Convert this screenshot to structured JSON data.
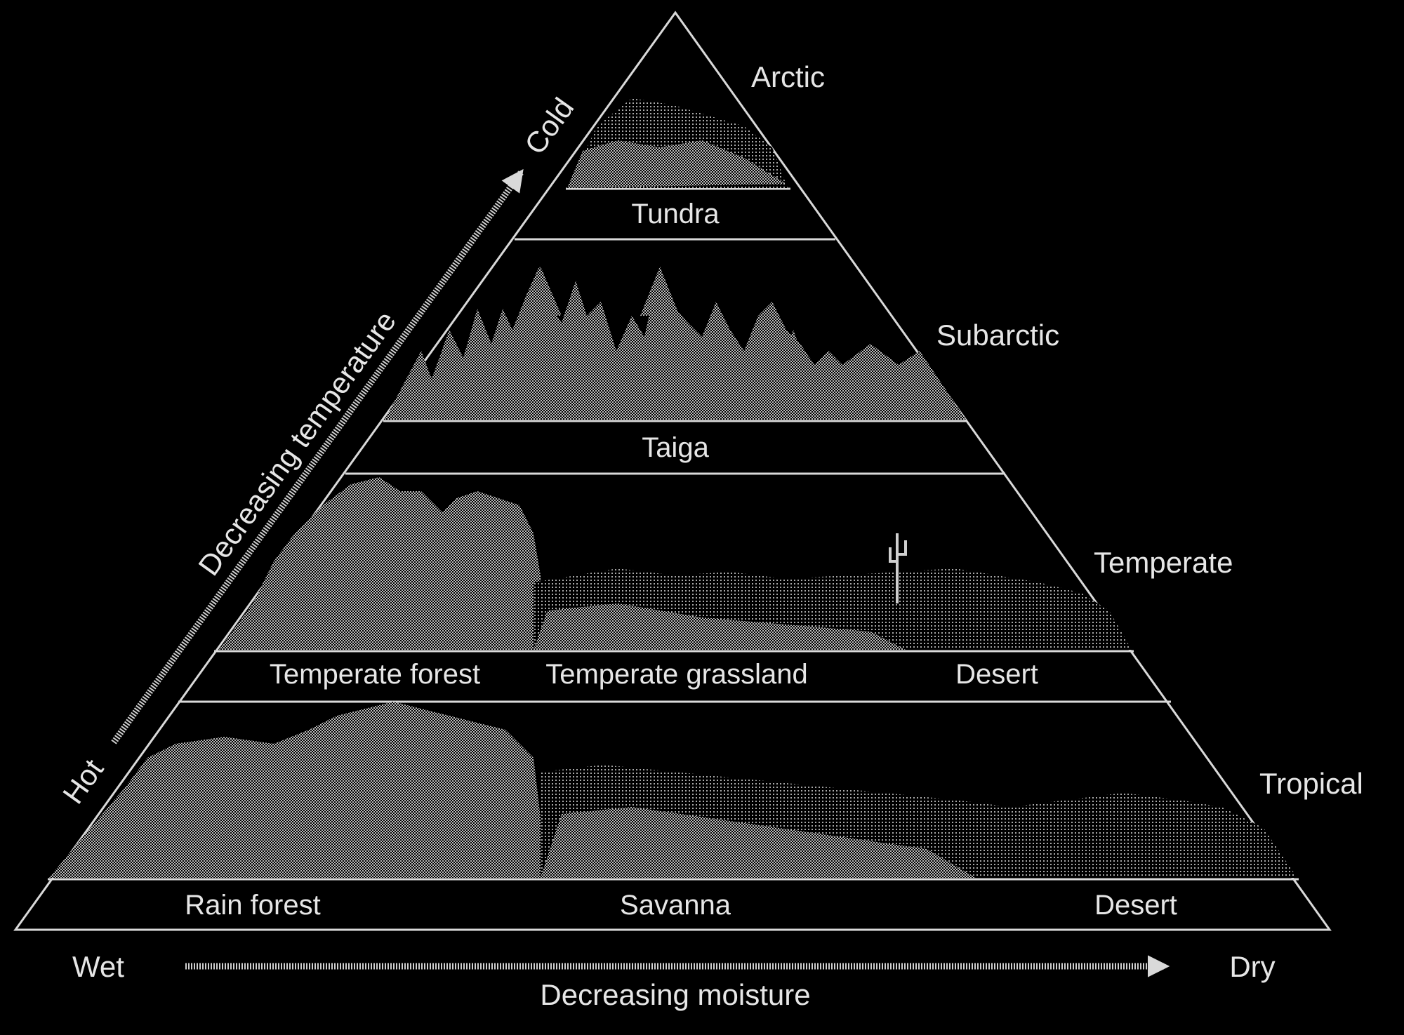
{
  "colors": {
    "background": "#000000",
    "line": "#d9d9d9",
    "text": "#e6e6e6",
    "vegetation": "#9a9a9a"
  },
  "zones": {
    "arctic": "Arctic",
    "subarctic": "Subarctic",
    "temperate": "Temperate",
    "tropical": "Tropical"
  },
  "biomes": {
    "tundra": "Tundra",
    "taiga": "Taiga",
    "temperate_forest": "Temperate forest",
    "temperate_grassland": "Temperate grassland",
    "temperate_desert": "Desert",
    "rain_forest": "Rain forest",
    "savanna": "Savanna",
    "tropical_desert": "Desert"
  },
  "temperature_axis": {
    "cold": "Cold",
    "hot": "Hot",
    "label": "Decreasing temperature"
  },
  "moisture_axis": {
    "wet": "Wet",
    "dry": "Dry",
    "label": "Decreasing moisture"
  },
  "icons": [
    "conifer-tree-icon",
    "cactus-icon",
    "deciduous-tree-icon"
  ]
}
